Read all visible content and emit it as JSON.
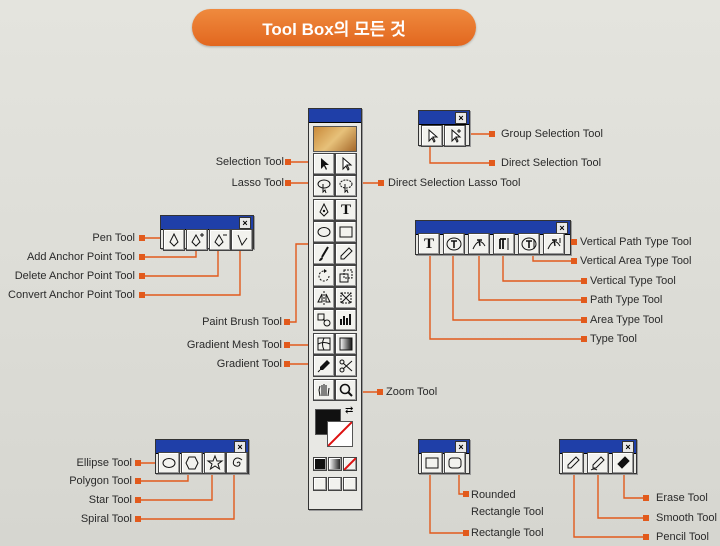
{
  "title": "Tool Box의 모든 것",
  "labels": {
    "selection": "Selection Tool",
    "lasso": "Lasso Tool",
    "direct_selection_lasso": "Direct Selection Lasso Tool",
    "group_selection": "Group Selection Tool",
    "direct_selection": "Direct Selection Tool",
    "pen": "Pen Tool",
    "add_anchor": "Add Anchor Point Tool",
    "delete_anchor": "Delete Anchor Point Tool",
    "convert_anchor": "Convert Anchor Point Tool",
    "vertical_path_type": "Vertical Path Type Tool",
    "vertical_area_type": "Vertical Area Type Tool",
    "vertical_type": "Vertical Type Tool",
    "path_type": "Path Type Tool",
    "area_type": "Area Type Tool",
    "type": "Type Tool",
    "paint_brush": "Paint Brush Tool",
    "gradient_mesh": "Gradient Mesh Tool",
    "gradient": "Gradient Tool",
    "zoom": "Zoom Tool",
    "ellipse": "Ellipse Tool",
    "polygon": "Polygon Tool",
    "star": "Star Tool",
    "spiral": "Spiral Tool",
    "rounded_rectangle_1": "Rounded",
    "rounded_rectangle_2": "Rectangle Tool",
    "rectangle": "Rectangle Tool",
    "erase": "Erase Tool",
    "smooth": "Smooth Tool",
    "pencil": "Pencil Tool"
  },
  "glyphs": {
    "close": "×",
    "type": "T"
  },
  "colors": {
    "accent": "#e25a1c",
    "title_bar": "#1f3fa8"
  }
}
